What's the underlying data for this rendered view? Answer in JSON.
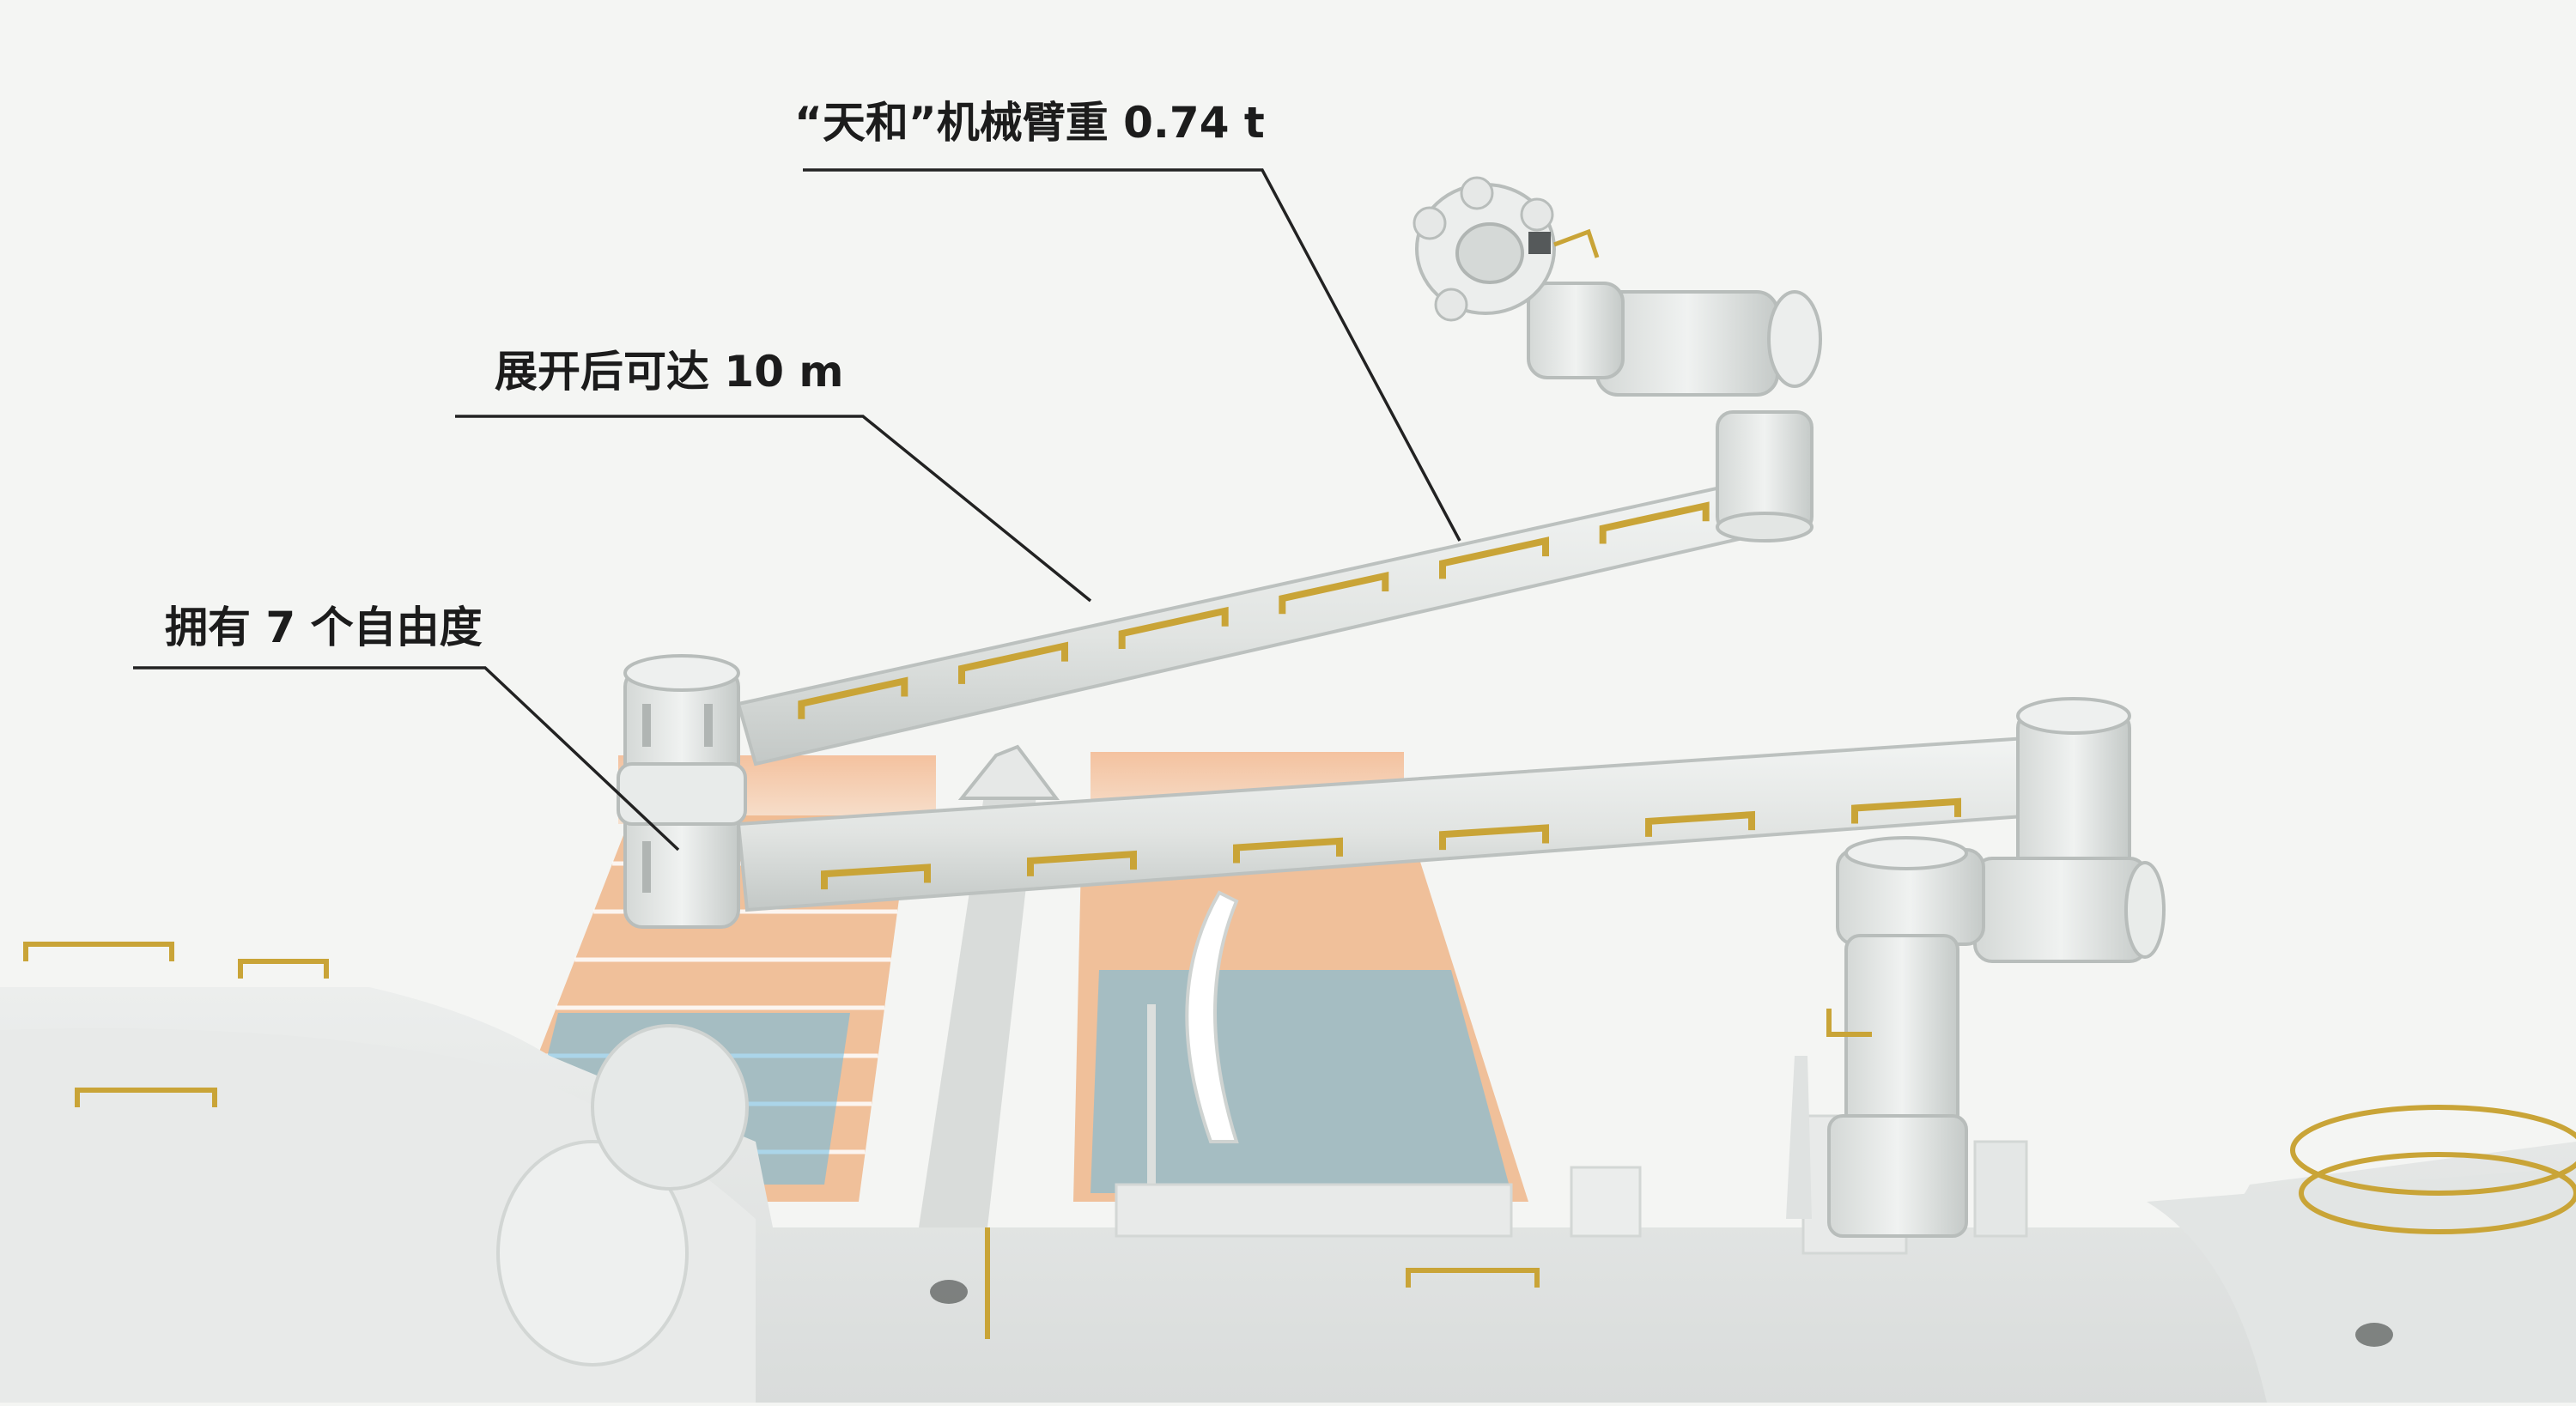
{
  "callouts": {
    "weight": "“天和”机械臂重 0.74 t",
    "reach": "展开后可达 10 m",
    "dof": "拥有 7 个自由度"
  },
  "colors": {
    "background": "#f4f5f3",
    "arm_body": "#e3e6e4",
    "arm_shade": "#c9cdcb",
    "handrail": "#c9a437",
    "solar_frame": "#e9a86d",
    "solar_cell": "#5fb6e3",
    "leader_line": "#222222",
    "text": "#1c1c1c"
  }
}
